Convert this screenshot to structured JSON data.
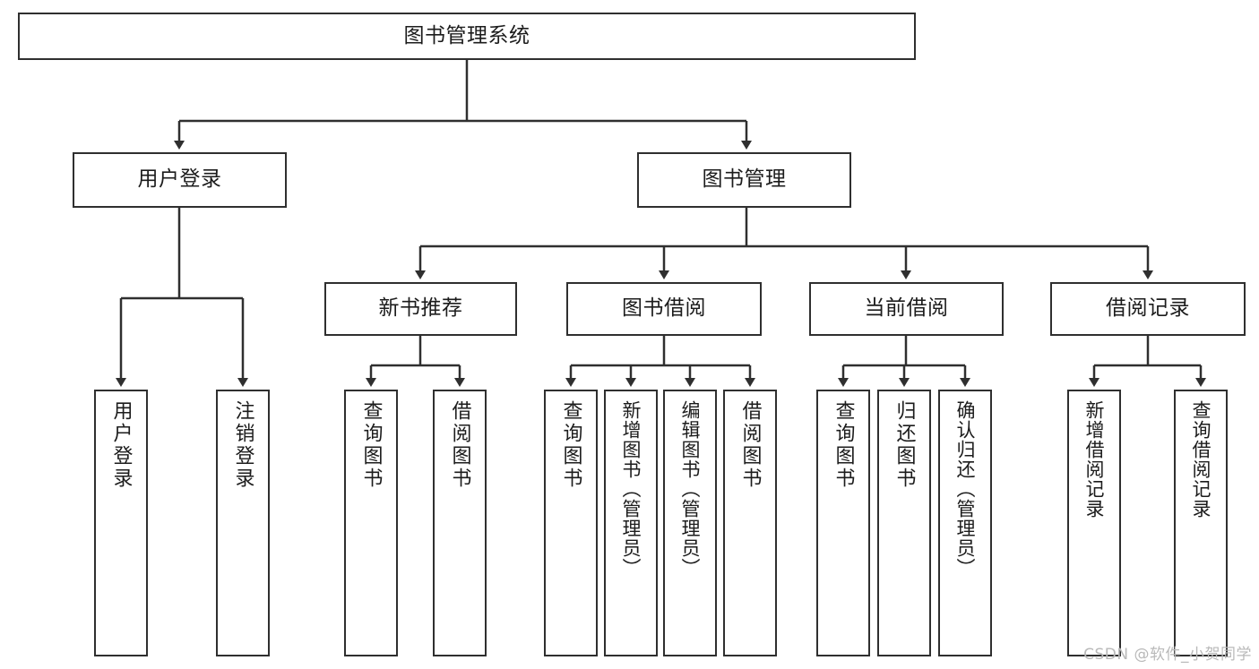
{
  "diagram": {
    "title": "图书管理系统",
    "watermark": "CSDN @软件_小贺同学",
    "line_color": "#2f2f2f",
    "box_fill": "#ffffff",
    "text_color": "#1c1c1c",
    "watermark_color": "#b9b9b9",
    "levels": {
      "level1": {
        "label": "图书管理系统"
      },
      "level2": [
        {
          "label": "用户登录"
        },
        {
          "label": "图书管理"
        }
      ],
      "level3": [
        {
          "label": "新书推荐"
        },
        {
          "label": "图书借阅"
        },
        {
          "label": "当前借阅"
        },
        {
          "label": "借阅记录"
        }
      ]
    },
    "leaves": {
      "user_login": [
        {
          "label": "用户登录"
        },
        {
          "label": "注销登录"
        }
      ],
      "new_book_recommend": [
        {
          "label": "查询图书"
        },
        {
          "label": "借阅图书"
        }
      ],
      "book_borrow": [
        {
          "label": "查询图书"
        },
        {
          "label": "新增图书（管理员）"
        },
        {
          "label": "编辑图书（管理员）"
        },
        {
          "label": "借阅图书"
        }
      ],
      "current_borrow": [
        {
          "label": "查询图书"
        },
        {
          "label": "归还图书"
        },
        {
          "label": "确认归还（管理员）"
        }
      ],
      "borrow_record": [
        {
          "label": "新增借阅记录"
        },
        {
          "label": "查询借阅记录"
        }
      ]
    }
  }
}
